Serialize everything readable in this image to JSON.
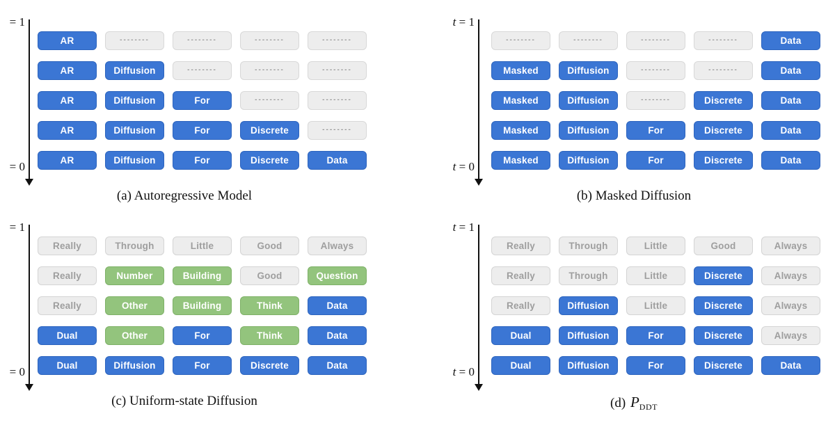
{
  "colors": {
    "token_blue": "#3b76d4",
    "token_blue_border": "#2d64be",
    "token_green": "#93c47d",
    "token_green_border": "#7eb167",
    "token_gray_bg": "#ededed",
    "token_gray_border": "#d4d4d4",
    "token_gray_text": "#9e9e9e",
    "axis_black": "#111111"
  },
  "panels": [
    {
      "id": "a",
      "caption": "(a) Autoregressive Model",
      "axis": {
        "top": "= 1",
        "bottom": "= 0"
      },
      "rows": [
        [
          {
            "t": "AR",
            "s": "blue"
          },
          {
            "t": "--------",
            "s": "dash"
          },
          {
            "t": "--------",
            "s": "dash"
          },
          {
            "t": "--------",
            "s": "dash"
          },
          {
            "t": "--------",
            "s": "dash"
          }
        ],
        [
          {
            "t": "AR",
            "s": "blue"
          },
          {
            "t": "Diffusion",
            "s": "blue"
          },
          {
            "t": "--------",
            "s": "dash"
          },
          {
            "t": "--------",
            "s": "dash"
          },
          {
            "t": "--------",
            "s": "dash"
          }
        ],
        [
          {
            "t": "AR",
            "s": "blue"
          },
          {
            "t": "Diffusion",
            "s": "blue"
          },
          {
            "t": "For",
            "s": "blue"
          },
          {
            "t": "--------",
            "s": "dash"
          },
          {
            "t": "--------",
            "s": "dash"
          }
        ],
        [
          {
            "t": "AR",
            "s": "blue"
          },
          {
            "t": "Diffusion",
            "s": "blue"
          },
          {
            "t": "For",
            "s": "blue"
          },
          {
            "t": "Discrete",
            "s": "blue"
          },
          {
            "t": "--------",
            "s": "dash"
          }
        ],
        [
          {
            "t": "AR",
            "s": "blue"
          },
          {
            "t": "Diffusion",
            "s": "blue"
          },
          {
            "t": "For",
            "s": "blue"
          },
          {
            "t": "Discrete",
            "s": "blue"
          },
          {
            "t": "Data",
            "s": "blue"
          }
        ]
      ]
    },
    {
      "id": "b",
      "caption": "(b) Masked Diffusion",
      "axis": {
        "top": "t = 1",
        "bottom": "t = 0"
      },
      "rows": [
        [
          {
            "t": "--------",
            "s": "dash"
          },
          {
            "t": "--------",
            "s": "dash"
          },
          {
            "t": "--------",
            "s": "dash"
          },
          {
            "t": "--------",
            "s": "dash"
          },
          {
            "t": "Data",
            "s": "blue"
          }
        ],
        [
          {
            "t": "Masked",
            "s": "blue"
          },
          {
            "t": "Diffusion",
            "s": "blue"
          },
          {
            "t": "--------",
            "s": "dash"
          },
          {
            "t": "--------",
            "s": "dash"
          },
          {
            "t": "Data",
            "s": "blue"
          }
        ],
        [
          {
            "t": "Masked",
            "s": "blue"
          },
          {
            "t": "Diffusion",
            "s": "blue"
          },
          {
            "t": "--------",
            "s": "dash"
          },
          {
            "t": "Discrete",
            "s": "blue"
          },
          {
            "t": "Data",
            "s": "blue"
          }
        ],
        [
          {
            "t": "Masked",
            "s": "blue"
          },
          {
            "t": "Diffusion",
            "s": "blue"
          },
          {
            "t": "For",
            "s": "blue"
          },
          {
            "t": "Discrete",
            "s": "blue"
          },
          {
            "t": "Data",
            "s": "blue"
          }
        ],
        [
          {
            "t": "Masked",
            "s": "blue"
          },
          {
            "t": "Diffusion",
            "s": "blue"
          },
          {
            "t": "For",
            "s": "blue"
          },
          {
            "t": "Discrete",
            "s": "blue"
          },
          {
            "t": "Data",
            "s": "blue"
          }
        ]
      ]
    },
    {
      "id": "c",
      "caption": "(c) Uniform-state Diffusion",
      "axis": {
        "top": "= 1",
        "bottom": "= 0"
      },
      "rows": [
        [
          {
            "t": "Really",
            "s": "gray"
          },
          {
            "t": "Through",
            "s": "gray"
          },
          {
            "t": "Little",
            "s": "gray"
          },
          {
            "t": "Good",
            "s": "gray"
          },
          {
            "t": "Always",
            "s": "gray"
          }
        ],
        [
          {
            "t": "Really",
            "s": "gray"
          },
          {
            "t": "Number",
            "s": "green"
          },
          {
            "t": "Building",
            "s": "green"
          },
          {
            "t": "Good",
            "s": "gray"
          },
          {
            "t": "Question",
            "s": "green"
          }
        ],
        [
          {
            "t": "Really",
            "s": "gray"
          },
          {
            "t": "Other",
            "s": "green"
          },
          {
            "t": "Building",
            "s": "green"
          },
          {
            "t": "Think",
            "s": "green"
          },
          {
            "t": "Data",
            "s": "blue"
          }
        ],
        [
          {
            "t": "Dual",
            "s": "blue"
          },
          {
            "t": "Other",
            "s": "green"
          },
          {
            "t": "For",
            "s": "blue"
          },
          {
            "t": "Think",
            "s": "green"
          },
          {
            "t": "Data",
            "s": "blue"
          }
        ],
        [
          {
            "t": "Dual",
            "s": "blue"
          },
          {
            "t": "Diffusion",
            "s": "blue"
          },
          {
            "t": "For",
            "s": "blue"
          },
          {
            "t": "Discrete",
            "s": "blue"
          },
          {
            "t": "Data",
            "s": "blue"
          }
        ]
      ]
    },
    {
      "id": "d",
      "caption_parts": {
        "prefix": "(d) ",
        "symbol": "P",
        "subscript": "DDT"
      },
      "axis": {
        "top": "t = 1",
        "bottom": "t = 0"
      },
      "rows": [
        [
          {
            "t": "Really",
            "s": "gray"
          },
          {
            "t": "Through",
            "s": "gray"
          },
          {
            "t": "Little",
            "s": "gray"
          },
          {
            "t": "Good",
            "s": "gray"
          },
          {
            "t": "Always",
            "s": "gray"
          }
        ],
        [
          {
            "t": "Really",
            "s": "gray"
          },
          {
            "t": "Through",
            "s": "gray"
          },
          {
            "t": "Little",
            "s": "gray"
          },
          {
            "t": "Discrete",
            "s": "blue"
          },
          {
            "t": "Always",
            "s": "gray"
          }
        ],
        [
          {
            "t": "Really",
            "s": "gray"
          },
          {
            "t": "Diffusion",
            "s": "blue"
          },
          {
            "t": "Little",
            "s": "gray"
          },
          {
            "t": "Discrete",
            "s": "blue"
          },
          {
            "t": "Always",
            "s": "gray"
          }
        ],
        [
          {
            "t": "Dual",
            "s": "blue"
          },
          {
            "t": "Diffusion",
            "s": "blue"
          },
          {
            "t": "For",
            "s": "blue"
          },
          {
            "t": "Discrete",
            "s": "blue"
          },
          {
            "t": "Always",
            "s": "gray"
          }
        ],
        [
          {
            "t": "Dual",
            "s": "blue"
          },
          {
            "t": "Diffusion",
            "s": "blue"
          },
          {
            "t": "For",
            "s": "blue"
          },
          {
            "t": "Discrete",
            "s": "blue"
          },
          {
            "t": "Data",
            "s": "blue"
          }
        ]
      ]
    }
  ]
}
